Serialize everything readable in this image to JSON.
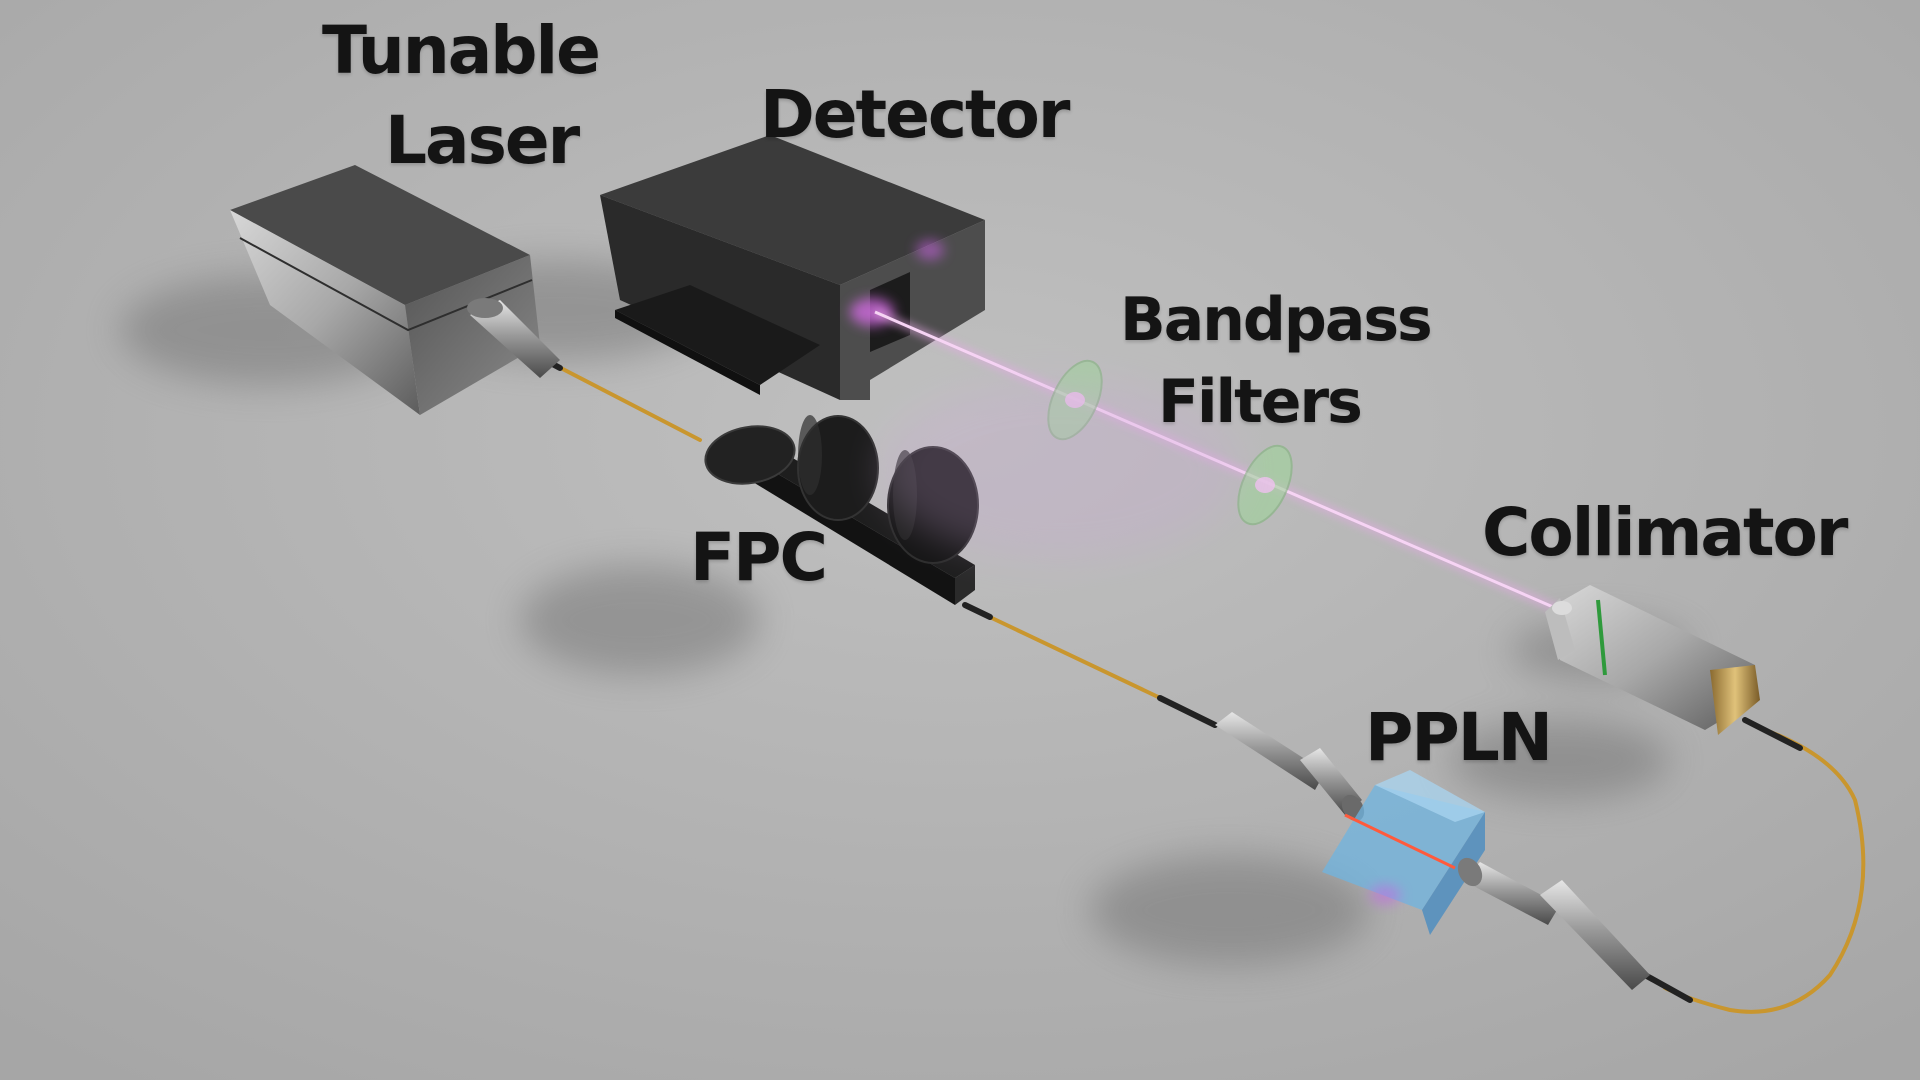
{
  "labels": {
    "tunable_laser_line1": "Tunable",
    "tunable_laser_line2": "Laser",
    "detector": "Detector",
    "bandpass_line1": "Bandpass",
    "bandpass_line2": "Filters",
    "collimator": "Collimator",
    "fpc": "FPC",
    "ppln": "PPLN"
  },
  "colors": {
    "background": "#b4b4b4",
    "fiber": "#c9962e",
    "beam": "#f2c4f0",
    "filter": "#9fd49a",
    "crystal": "#6fb4e0",
    "collimator_ring": "#2f9a3c",
    "brass": "#b8965a"
  }
}
